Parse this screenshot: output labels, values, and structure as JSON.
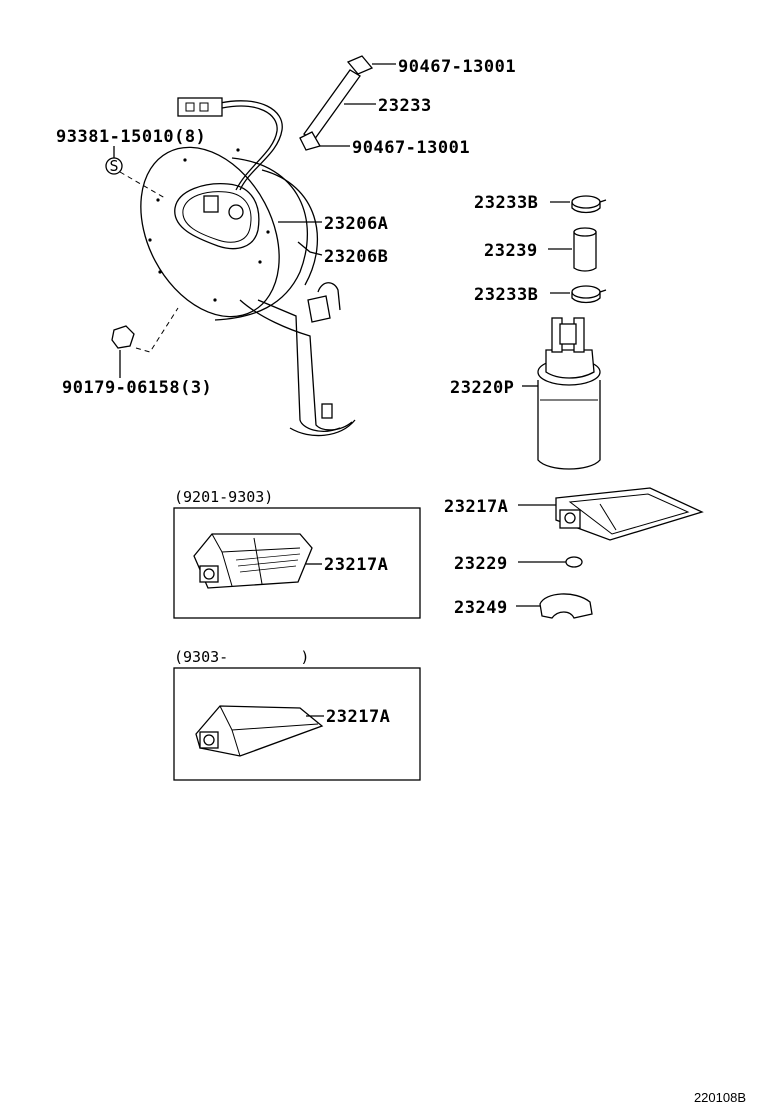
{
  "labels": {
    "clip_top": "90467-13001",
    "hose": "23233",
    "clip_mid": "90467-13001",
    "screw": "93381-15010(8)",
    "gasket_a": "23206A",
    "gasket_b": "23206B",
    "nut": "90179-06158(3)",
    "clamp_upper": "23233B",
    "sleeve": "23239",
    "clamp_lower": "23233B",
    "pump": "23220P",
    "filter_main": "23217A",
    "cushion": "23229",
    "retainer": "23249",
    "filter_box1": "23217A",
    "filter_box2": "23217A"
  },
  "boxes": {
    "box1_range": "(9201-9303)",
    "box2_range": "(9303-        )"
  },
  "screw_symbol": "S",
  "figure_ref": "220108B"
}
